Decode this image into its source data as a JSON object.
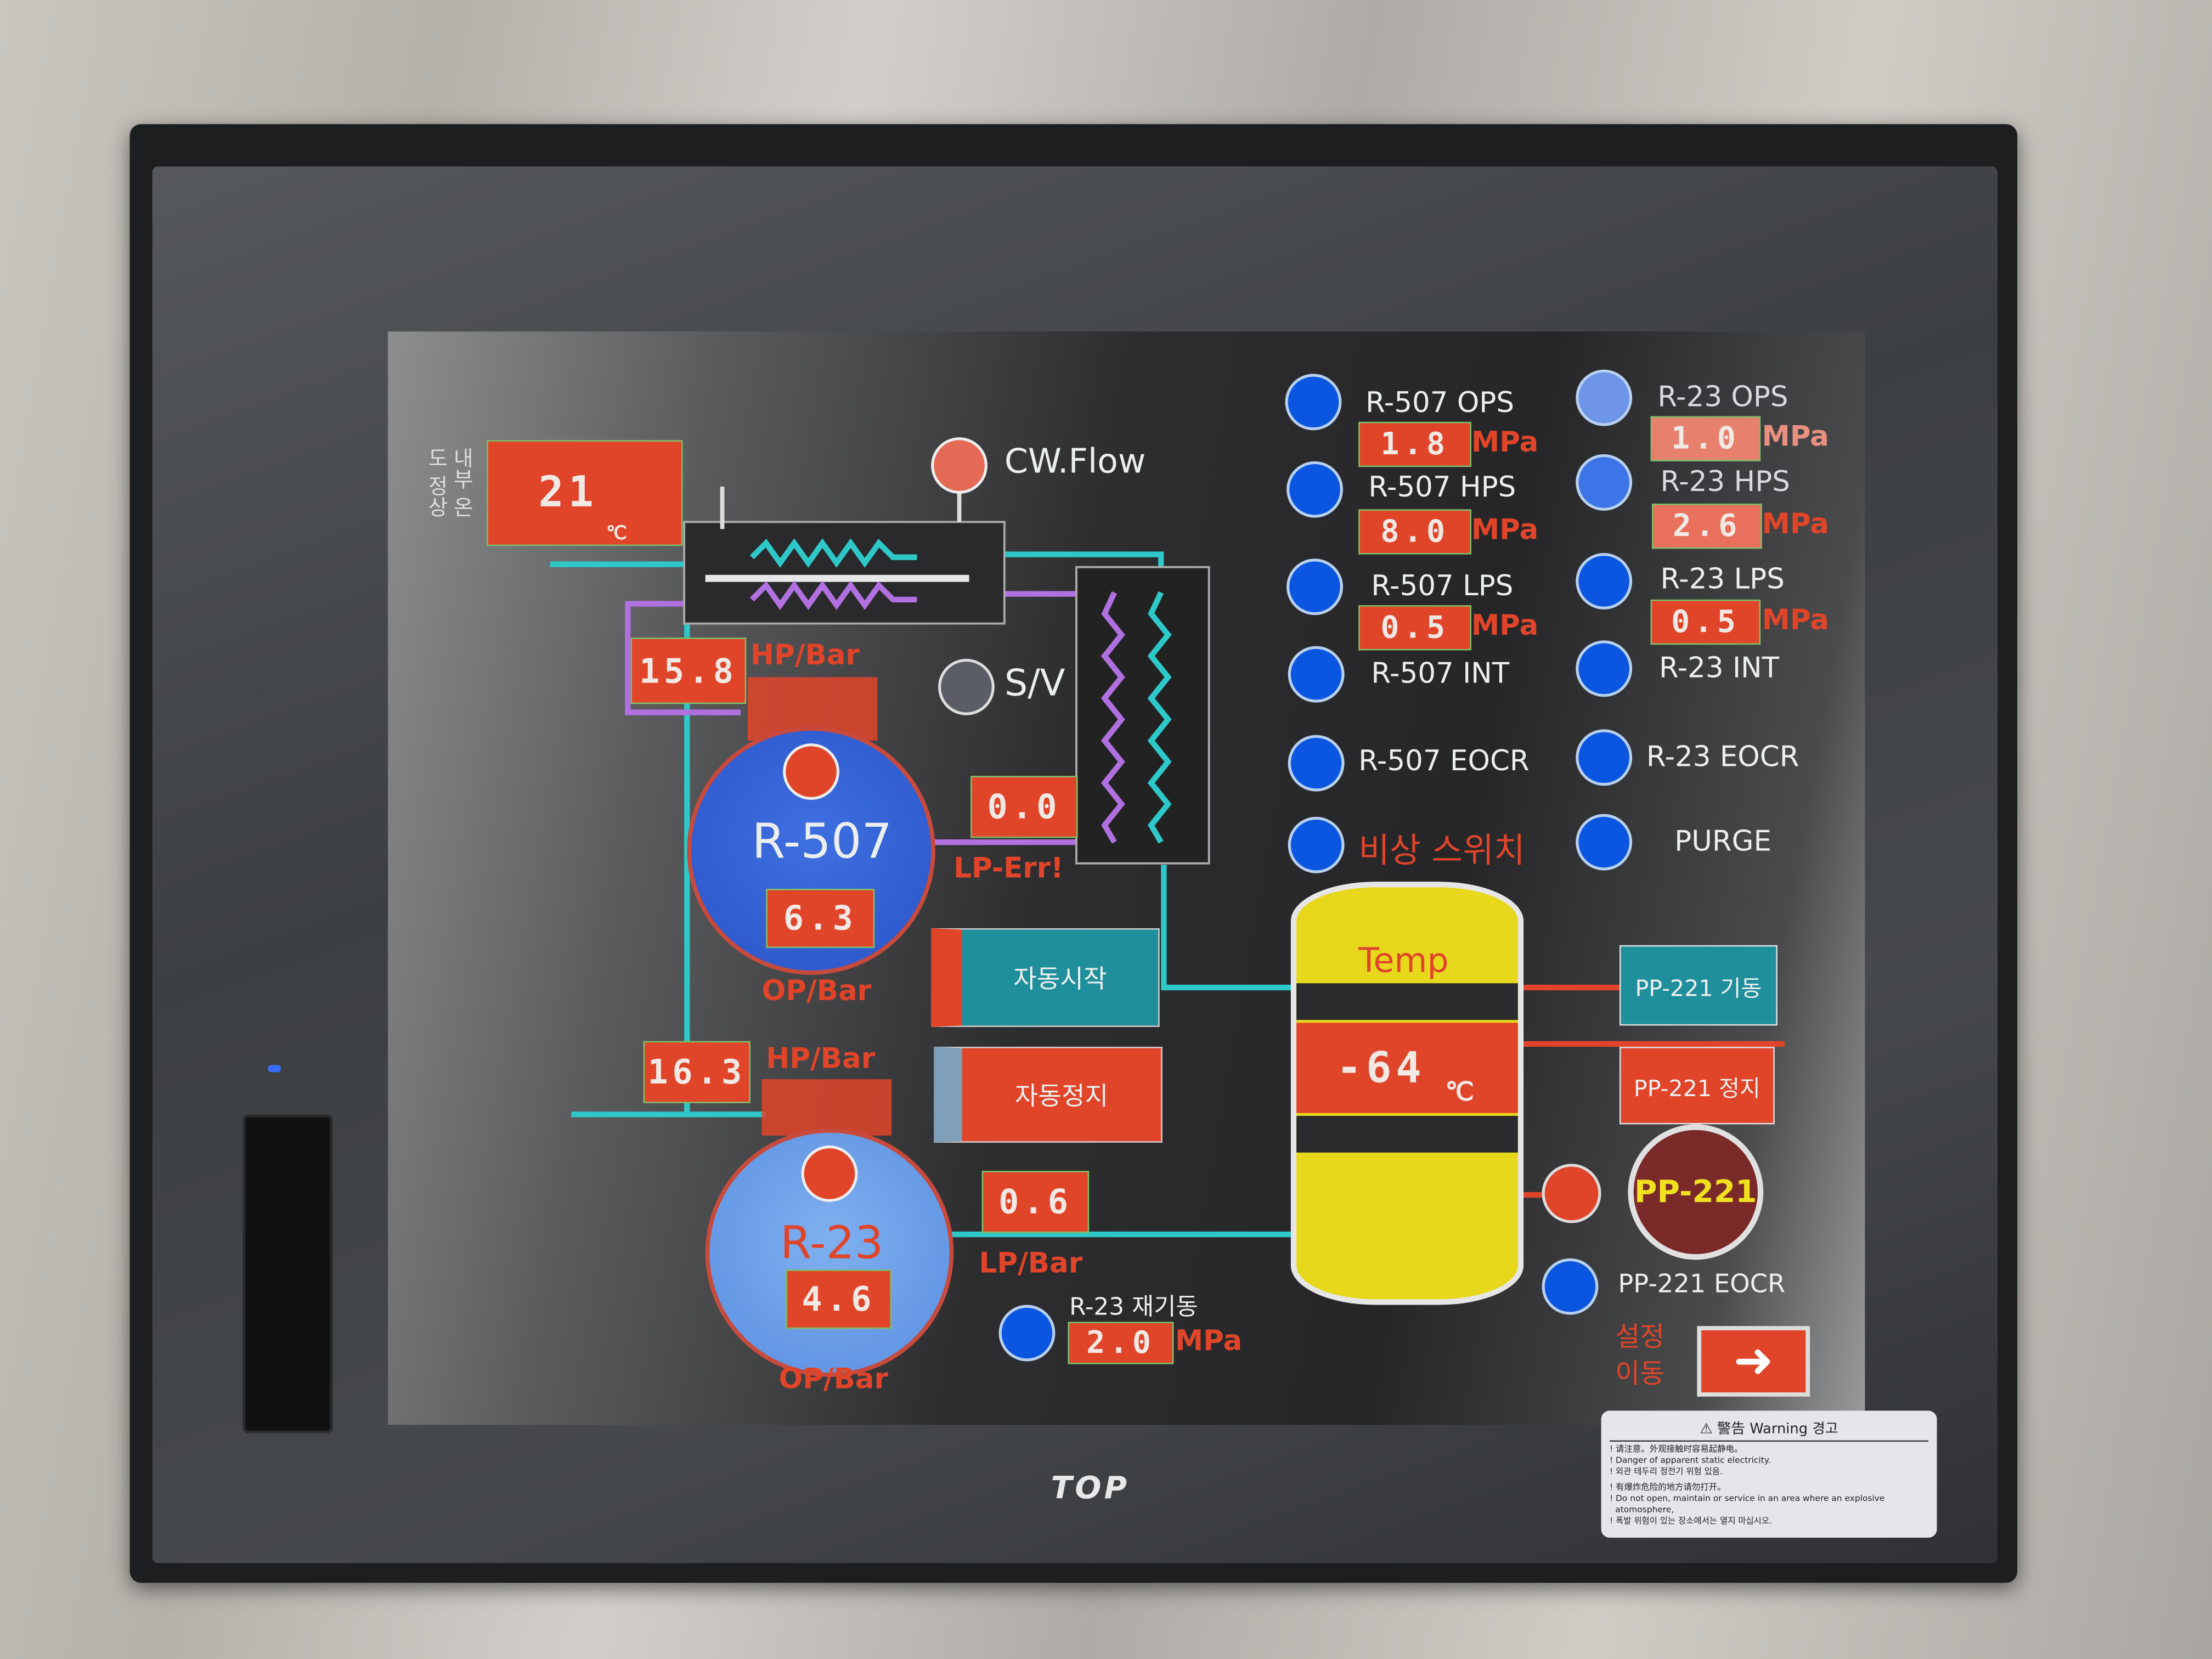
{
  "hmi": {
    "internal_temp": {
      "label": "내부 온도 정상",
      "value": "21",
      "unit": "℃"
    },
    "cw_flow": {
      "label": "CW.Flow"
    },
    "solenoid_valve": {
      "label": "S/V"
    },
    "r507": {
      "name": "R-507",
      "hp_value": "15.8",
      "hp_label": "HP/Bar",
      "op_value": "6.3",
      "op_label": "OP/Bar",
      "lp_value": "0.0",
      "lp_error": "LP-Err!"
    },
    "r23": {
      "name": "R-23",
      "hp_value": "16.3",
      "hp_label": "HP/Bar",
      "op_value": "4.6",
      "op_label": "OP/Bar",
      "lp_value": "0.6",
      "lp_label": "LP/Bar",
      "restart_label": "R-23 재기동",
      "restart_value": "2.0",
      "restart_unit": "MPa"
    },
    "buttons": {
      "auto_start": "자동시작",
      "auto_stop": "자동정지",
      "pp221_start": "PP-221 기동",
      "pp221_stop": "PP-221 정지"
    },
    "status_left": [
      {
        "label": "R-507 OPS",
        "value": "1.8",
        "unit": "MPa"
      },
      {
        "label": "R-507 HPS",
        "value": "8.0",
        "unit": "MPa"
      },
      {
        "label": "R-507 LPS",
        "value": "0.5",
        "unit": "MPa"
      },
      {
        "label": "R-507 INT"
      },
      {
        "label": "R-507 EOCR"
      },
      {
        "label": "비상 스위치"
      }
    ],
    "status_right": [
      {
        "label": "R-23 OPS",
        "value": "1.0",
        "unit": "MPa"
      },
      {
        "label": "R-23 HPS",
        "value": "2.6",
        "unit": "MPa"
      },
      {
        "label": "R-23 LPS",
        "value": "0.5",
        "unit": "MPa"
      },
      {
        "label": "R-23 INT"
      },
      {
        "label": "R-23 EOCR"
      },
      {
        "label": "PURGE"
      }
    ],
    "tank": {
      "label": "Temp",
      "value": "-64",
      "unit": "℃"
    },
    "pump": {
      "name": "PP-221",
      "eocr_label": "PP-221 EOCR"
    },
    "settings_nav": {
      "label": "설정 이동"
    }
  },
  "device": {
    "brand": "TOP"
  },
  "warning_label": {
    "title": "⚠ 警告 Warning 경고",
    "lines": [
      "! 请注意。外观接触时容易起静电。",
      "! Danger of apparent static electricity.",
      "! 외관 테두리 정전기 위험 있음.",
      "! 有爆炸危险的地方请勿打开。",
      "! Do not open, maintain or service in an area where an explosive",
      "  atomosphere,",
      "! 폭발 위험이 있는 장소에서는 열지 마십시오."
    ]
  },
  "colors": {
    "pipe_cyan": "#2ec8c8",
    "pipe_purple": "#b070e0",
    "alarm_red": "#e0452a",
    "lamp_blue": "#0b56e0",
    "tank_yellow": "#e8d81c"
  }
}
